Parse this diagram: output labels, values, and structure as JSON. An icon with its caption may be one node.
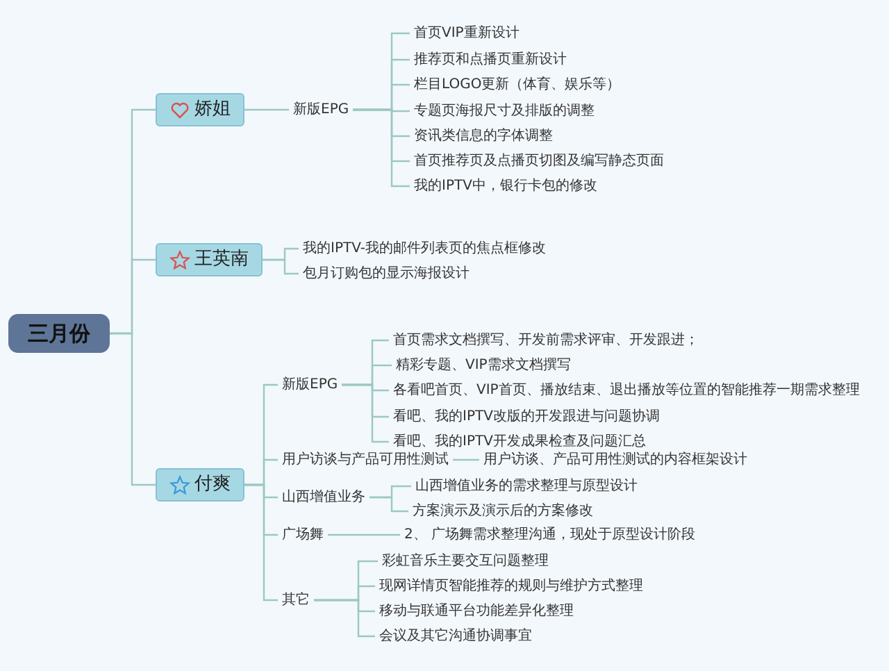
{
  "diagram": {
    "nodes": [
      {
        "text": [
          "三月份"
        ]
      },
      {
        "text": [
          "娇姐"
        ]
      },
      {
        "text": [
          "王英南"
        ]
      },
      {
        "text": [
          "付爽"
        ]
      },
      {
        "text": [
          "新版EPG"
        ]
      },
      {
        "text": [
          "首页VIP重新设计"
        ]
      },
      {
        "text": [
          "推荐页和点播页重新设计"
        ]
      },
      {
        "text": [
          "栏目LOGO更新（体育、娱乐等）"
        ]
      },
      {
        "text": [
          "专题页海报尺寸及排版的调整"
        ]
      },
      {
        "text": [
          "资讯类信息的字体调整"
        ]
      },
      {
        "text": [
          "首页推荐页及点播页切图及编写静态页面"
        ]
      },
      {
        "text": [
          "我的IPTV中，银行卡包的修改"
        ]
      },
      {
        "text": [
          "我的IPTV-我的邮件列表页的焦点框修改"
        ]
      },
      {
        "text": [
          "包月订购包的显示海报设计"
        ]
      },
      {
        "text": [
          "新版EPG"
        ]
      },
      {
        "text": [
          "首页需求文档撰写、开发前需求评审、开发跟进；"
        ]
      },
      {
        "text": [
          "精彩专题、VIP需求文档撰写"
        ]
      },
      {
        "text": [
          "各看吧首页、VIP首页、播放结束、退出播放等位置的智能推荐一期需求整理"
        ]
      },
      {
        "text": [
          "看吧、我的IPTV改版的开发跟进与问题协调"
        ]
      },
      {
        "text": [
          "看吧、我的IPTV开发成果检查及问题汇总"
        ]
      },
      {
        "text": [
          "用户访谈与产品可用性测试"
        ]
      },
      {
        "text": [
          "用户访谈、产品可用性测试的内容框架设计"
        ]
      },
      {
        "text": [
          "山西增值业务"
        ]
      },
      {
        "text": [
          "山西增值业务的需求整理与原型设计"
        ]
      },
      {
        "text": [
          "方案演示及演示后的方案修改"
        ]
      },
      {
        "text": [
          "广场舞"
        ]
      },
      {
        "text": [
          "2、 广场舞需求整理沟通，现处于原型设计阶段"
        ]
      },
      {
        "text": [
          "其它"
        ]
      },
      {
        "text": [
          "彩虹音乐主要交互问题整理"
        ]
      },
      {
        "text": [
          "现网详情页智能推荐的规则与维护方式整理"
        ]
      },
      {
        "text": [
          "移动与联通平台功能差异化整理"
        ]
      },
      {
        "text": [
          "会议及其它沟通协调事宜"
        ]
      }
    ],
    "edges": [
      {
        "from": 0,
        "to": 1,
        "arrow": "none"
      },
      {
        "from": 0,
        "to": 2,
        "arrow": "none"
      },
      {
        "from": 0,
        "to": 3,
        "arrow": "none"
      },
      {
        "from": 1,
        "to": 4,
        "arrow": "none"
      },
      {
        "from": 4,
        "to": 5,
        "arrow": "none"
      },
      {
        "from": 4,
        "to": 6,
        "arrow": "none"
      },
      {
        "from": 4,
        "to": 7,
        "arrow": "none"
      },
      {
        "from": 4,
        "to": 8,
        "arrow": "none"
      },
      {
        "from": 4,
        "to": 9,
        "arrow": "none"
      },
      {
        "from": 4,
        "to": 10,
        "arrow": "none"
      },
      {
        "from": 4,
        "to": 11,
        "arrow": "none"
      },
      {
        "from": 2,
        "to": 12,
        "arrow": "none"
      },
      {
        "from": 2,
        "to": 13,
        "arrow": "none"
      },
      {
        "from": 3,
        "to": 14,
        "arrow": "none"
      },
      {
        "from": 14,
        "to": 15,
        "arrow": "none"
      },
      {
        "from": 14,
        "to": 16,
        "arrow": "none"
      },
      {
        "from": 14,
        "to": 17,
        "arrow": "none"
      },
      {
        "from": 14,
        "to": 18,
        "arrow": "none"
      },
      {
        "from": 14,
        "to": 19,
        "arrow": "none"
      },
      {
        "from": 3,
        "to": 20,
        "arrow": "none"
      },
      {
        "from": 20,
        "to": 21,
        "arrow": "none"
      },
      {
        "from": 3,
        "to": 22,
        "arrow": "none"
      },
      {
        "from": 22,
        "to": 23,
        "arrow": "none"
      },
      {
        "from": 22,
        "to": 24,
        "arrow": "none"
      },
      {
        "from": 3,
        "to": 25,
        "arrow": "none"
      },
      {
        "from": 25,
        "to": 26,
        "arrow": "none"
      },
      {
        "from": 3,
        "to": 27,
        "arrow": "none"
      },
      {
        "from": 27,
        "to": 28,
        "arrow": "none"
      },
      {
        "from": 27,
        "to": 29,
        "arrow": "none"
      },
      {
        "from": 27,
        "to": 30,
        "arrow": "none"
      },
      {
        "from": 27,
        "to": 31,
        "arrow": "none"
      }
    ]
  }
}
